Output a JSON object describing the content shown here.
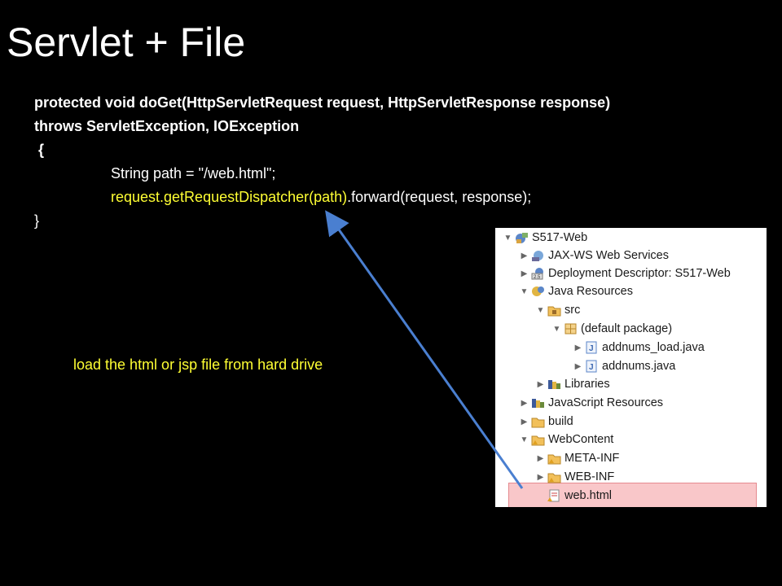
{
  "slide": {
    "title": "Servlet + File",
    "code": {
      "line1": "protected void doGet(HttpServletRequest request, HttpServletResponse response)",
      "line2": "throws ServletException, IOException",
      "line3": " {",
      "line4_indent": "              ",
      "line4": "String path = \"/web.html\";",
      "line5_yellow": "request.getRequestDispatcher(path)",
      "line5_rest": ".forward(request, response);",
      "line6": "}"
    },
    "annotation": "load the html or jsp file from hard drive",
    "colors": {
      "background": "#000000",
      "highlight_text": "#ffff33",
      "arrow": "#4a7fd0",
      "selection": "#f9c7c9"
    }
  },
  "tree": {
    "items": [
      {
        "label": "S517-Web",
        "expanded": "true",
        "icon": "web-project-icon"
      },
      {
        "label": "JAX-WS Web Services",
        "expanded": "false",
        "icon": "web-services-icon"
      },
      {
        "label": "Deployment Descriptor: S517-Web",
        "expanded": "false",
        "icon": "deployment-descriptor-icon"
      },
      {
        "label": "Java Resources",
        "expanded": "true",
        "icon": "java-resources-icon"
      },
      {
        "label": "src",
        "expanded": "true",
        "icon": "source-folder-icon"
      },
      {
        "label": "(default package)",
        "expanded": "true",
        "icon": "package-icon"
      },
      {
        "label": "addnums_load.java",
        "expanded": "false",
        "icon": "java-file-icon"
      },
      {
        "label": "addnums.java",
        "expanded": "false",
        "icon": "java-file-icon"
      },
      {
        "label": "Libraries",
        "expanded": "false",
        "icon": "libraries-icon"
      },
      {
        "label": "JavaScript Resources",
        "expanded": "false",
        "icon": "libraries-icon"
      },
      {
        "label": "build",
        "expanded": "false",
        "icon": "folder-icon"
      },
      {
        "label": "WebContent",
        "expanded": "true",
        "icon": "folder-icon"
      },
      {
        "label": "META-INF",
        "expanded": "false",
        "icon": "folder-icon"
      },
      {
        "label": "WEB-INF",
        "expanded": "false",
        "icon": "folder-icon"
      },
      {
        "label": "web.html",
        "icon": "html-file-icon",
        "selected": "true"
      }
    ]
  }
}
